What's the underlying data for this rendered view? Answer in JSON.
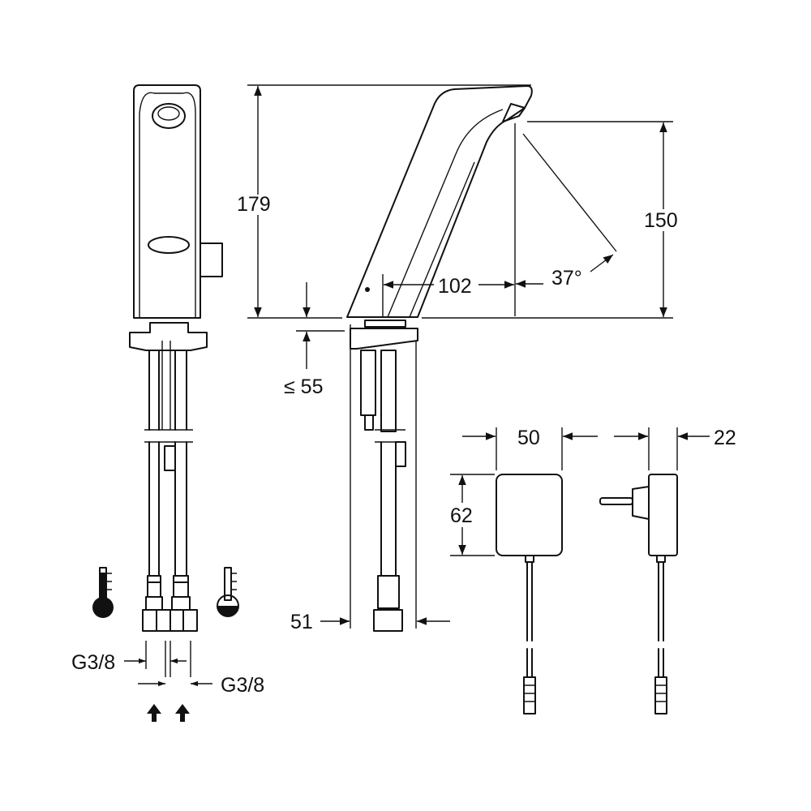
{
  "drawing": {
    "ink_color": "#111111",
    "background": "#ffffff",
    "dimensions": {
      "height_total": "179",
      "spout_height": "150",
      "spout_reach": "102",
      "spray_angle": "37°",
      "max_deck_thickness": "≤ 55",
      "hole_diameter": "51",
      "adapter_width": "50",
      "adapter_depth": "22",
      "adapter_height": "62",
      "connection_left": "G3/8",
      "connection_right": "G3/8"
    },
    "icons": [
      "hot-thermometer-icon",
      "cold-thermometer-icon",
      "inflow-arrow-icon"
    ]
  }
}
